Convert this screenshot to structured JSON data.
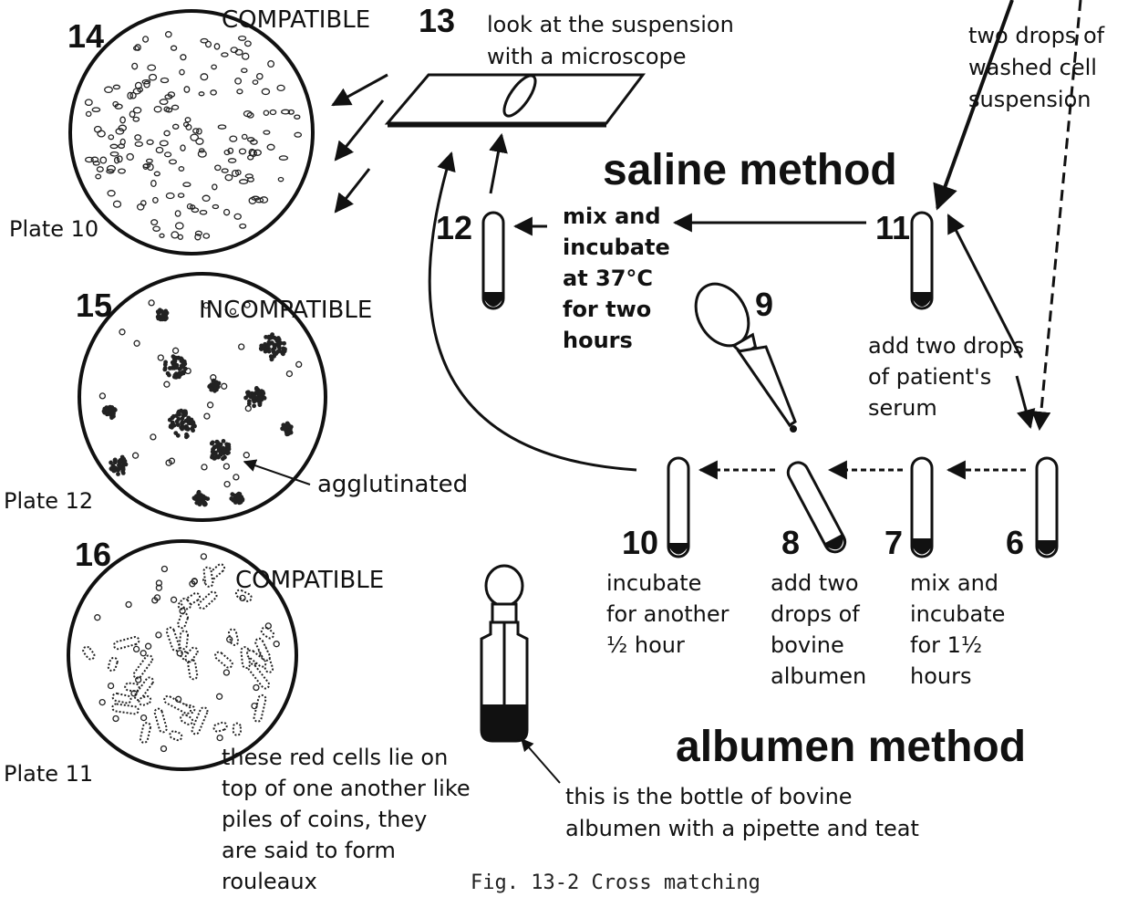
{
  "caption": "Fig. 13-2 Cross matching",
  "methods": {
    "saline": "saline method",
    "albumen": "albumen method"
  },
  "steps": {
    "s6": {
      "num": "6"
    },
    "s7": {
      "num": "7",
      "text": "mix and\nincubate\nfor 1½\nhours"
    },
    "s8": {
      "num": "8",
      "text": "add two\ndrops of\nbovine\nalbumen"
    },
    "s9": {
      "num": "9"
    },
    "s10": {
      "num": "10",
      "text": "incubate\nfor another\n½ hour"
    },
    "s11": {
      "num": "11",
      "text": "add two drops\nof patient's\nserum"
    },
    "s12": {
      "num": "12",
      "text": "mix and\nincubate\nat 37°C\nfor two\nhours"
    },
    "s13": {
      "num": "13",
      "text": "look at the suspension\nwith a microscope"
    },
    "s14": {
      "num": "14",
      "label": "COMPATIBLE",
      "plate": "Plate 10"
    },
    "s15": {
      "num": "15",
      "label": "INCOMPATIBLE",
      "plate": "Plate 12",
      "annotation": "agglutinated"
    },
    "s16": {
      "num": "16",
      "label": "COMPATIBLE",
      "plate": "Plate 11",
      "annotation": "these red cells lie on\ntop of one another like\npiles of coins, they\nare said to form\nrouleaux"
    }
  },
  "washed_cells": "two drops of\nwashed cell\nsuspension",
  "bottle_note": "this is the bottle of bovine\nalbumen with a pipette and teat"
}
